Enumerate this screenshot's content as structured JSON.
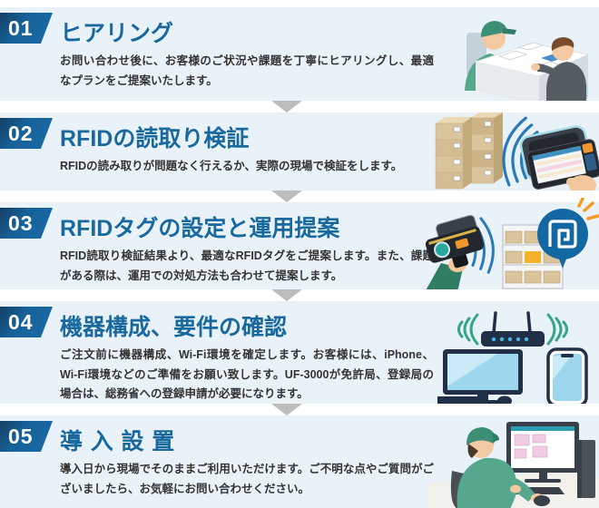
{
  "colors": {
    "panel_background": "#e9f2f9",
    "badge_blue": "#1a6ca6",
    "badge_dark_blue": "#143e63",
    "title_blue": "#19699f",
    "body_text": "#333333",
    "arrow_gray": "#bdbdbd",
    "accent_orange": "#f59a23",
    "wave_blue": "#2b7ab8",
    "wave_green": "#35a584",
    "tag_callout_blue": "#1368a4"
  },
  "steps": [
    {
      "number": "01",
      "title": "ヒアリング",
      "description": "お問い合わせ後に、お客様のご状況や課題を丁寧にヒアリングし、最適なプランをご提案いたします。",
      "illustration": "meeting-illustration"
    },
    {
      "number": "02",
      "title": "RFIDの読取り検証",
      "description": "RFIDの読み取りが問題なく行えるか、実際の現場で検証をします。",
      "illustration": "rfid-scan-illustration"
    },
    {
      "number": "03",
      "title": "RFIDタグの設定と運用提案",
      "description": "RFID読取り検証結果より、最適なRFIDタグをご提案します。また、課題がある際は、運用での対処方法も合わせて提案します。",
      "illustration": "rfid-tag-proposal-illustration"
    },
    {
      "number": "04",
      "title": "機器構成、要件の確認",
      "description": "ご注文前に機器構成、Wi-Fi環境を確定します。お客様には、iPhone、Wi-Fi環境などのご準備をお願い致します。UF-3000が免許局、登録局の場合は、総務省への登録申請が必要になります。",
      "illustration": "equipment-illustration"
    },
    {
      "number": "05",
      "title": "導入設置",
      "description": "導入日から現場でそのままご利用いただけます。ご不明な点やご質問がございましたら、お気軽にお問い合わせください。",
      "illustration": "installation-illustration"
    }
  ]
}
